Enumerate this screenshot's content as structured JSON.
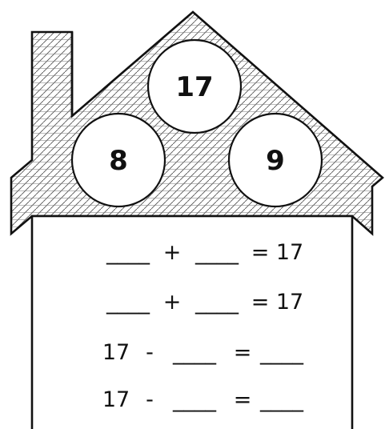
{
  "roof_numbers": {
    "top": "17",
    "left": "8",
    "right": "9"
  },
  "equations": [
    {
      "left": "____",
      "op": "+",
      "right": "____",
      "eq": "=",
      "result": "17"
    },
    {
      "left": "____",
      "op": "+",
      "right": "____",
      "eq": "=",
      "result": "17"
    },
    {
      "left": "17",
      "op": "-",
      "right": "____",
      "eq": "=",
      "result": "____"
    },
    {
      "left": "17",
      "op": "-",
      "right": "____",
      "eq": "=",
      "result": "____"
    }
  ],
  "colors": {
    "outline": "#111111",
    "roof_pattern": "#555555",
    "background": "#ffffff"
  }
}
